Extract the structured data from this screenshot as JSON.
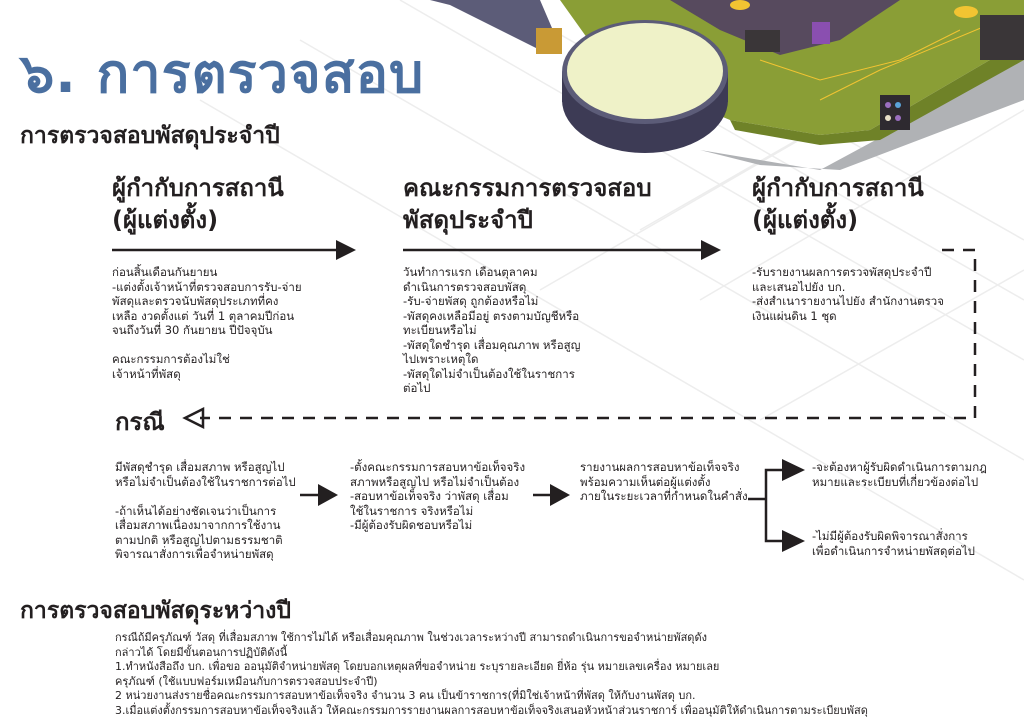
{
  "title": "๖. การตรวจสอบ",
  "annual": {
    "heading": "การตรวจสอบพัสดุประจำปี",
    "steps": [
      {
        "heading": [
          "ผู้กำกับการสถานี",
          "(ผู้แต่งตั้ง)"
        ],
        "text": "ก่อนสิ้นเดือนกันยายน\n-แต่งตั้งเจ้าหน้าที่ตรวจสอบการรับ-จ่าย\nพัสดุและตรวจนับพัสดุประเภทที่คง\nเหลือ งวดตั้งแต่ วันที่ 1 ตุลาคมปีก่อน\nจนถึงวันที่ 30 กันยายน ปีปัจจุบัน\n\nคณะกรรมการต้องไม่ใช่\nเจ้าหน้าที่พัสดุ"
      },
      {
        "heading": [
          "คณะกรรมการตรวจสอบ",
          "พัสดุประจำปี"
        ],
        "text": "วันทำการแรก เดือนตุลาคม\nดำเนินการตรวจสอบพัสดุ\n-รับ-จ่ายพัสดุ ถูกต้องหรือไม่\n-พัสดุคงเหลือมีอยู่ ตรงตามบัญชีหรือ\nทะเบียนหรือไม่\n-พัสดุใดชำรุด เสื่อมคุณภาพ หรือสูญ\nไปเพราะเหตุใด\n-พัสดุใดไม่จำเป็นต้องใช้ในราชการ\nต่อไป"
      },
      {
        "heading": [
          "ผู้กำกับการสถานี",
          "(ผู้แต่งตั้ง)"
        ],
        "text": "-รับรายงานผลการตรวจพัสดุประจำปี\nและเสนอไปยัง บก.\n-ส่งสำเนารายงานไปยัง สำนักงานตรวจ\nเงินแผ่นดิน 1 ชุด"
      }
    ],
    "case_label": "กรณี",
    "case_steps": [
      "มีพัสดุชำรุด เสื่อมสภาพ หรือสูญไป\nหรือไม่จำเป็นต้องใช้ในราชการต่อไป\n\n-ถ้าเห็นได้อย่างชัดเจนว่าเป็นการ\nเสื่อมสภาพเนื่องมาจากการใช้งาน\nตามปกติ หรือสูญไปตามธรรมชาติ\nพิจารณาสั่งการเพื่อจำหน่ายพัสดุ",
      "-ตั้งคณะกรรมการสอบหาข้อเท็จจริง\nสภาพหรือสูญไป หรือไม่จำเป็นต้อง\n-สอบหาข้อเท็จจริง ว่าพัสดุ เสื่อม\nใช้ในราชการ จริงหรือไม่\n-มีผู้ต้องรับผิดชอบหรือไม่",
      "รายงานผลการสอบหาข้อเท็จจริง\nพร้อมความเห็นต่อผู้แต่งตั้ง\nภายในระยะเวลาที่กำหนดในคำสั่ง"
    ],
    "outcomes": [
      "-จะต้องหาผู้รับผิดดำเนินการตามกฎ\nหมายและระเบียบที่เกี่ยวข้องต่อไป",
      "-ไม่มีผู้ต้องรับผิดพิจารณาสั่งการ\nเพื่อดำเนินการจำหน่ายพัสดุต่อไป"
    ]
  },
  "midyear": {
    "heading": "การตรวจสอบพัสดุระหว่างปี",
    "lines": [
      "กรณีถ้มีครุภัณฑ์ วัสดุ ที่เสื่อมสภาพ ใช้การไม่ได้ หรือเสื่อมคุณภาพ ในช่วงเวลาระหว่างปี สามารถดำเนินการขอจำหน่ายพัสดุดัง",
      "กล่าวได้ โดยมีขั้นตอนการปฏิบัติดังนี้",
      "1.ทำหนังสือถึง บก. เพื่อขอ ออนุมัติจำหน่ายพัสดุ โดยบอกเหตุผลที่ขอจำหน่าย ระบุรายละเอียด ยี่ห้อ รุ่น หมายเลขเครื่อง หมายเลย",
      "ครุภัณฑ์ (ใช้แบบฟอร์มเหมือนกับการตรวจสอบประจำปี)",
      "2 หน่วยงานส่งรายชื่อคณะกรรมการสอบหาข้อเท็จจริง จำนวน 3 คน เป็นข้าราชการ(ที่มิใช่เจ้าหน้าที่พัสดุ ให้กับงานพัสดุ บก.",
      "3.เมื่อแต่งตั้งกรรมการสอบหาข้อเท็จจริงแล้ว ให้คณะกรรมการรายงานผลการสอบหาข้อเท็จจริงเสนอหัวหน้าส่วนราชการ์ เพื่ออนุมัติให้ดำเนินการตามระเบียบพัสดุ"
    ]
  },
  "colors": {
    "title": "#4a6fa0",
    "board": "#8a9e36",
    "trace": "#f2c432",
    "lens": "#eff2c8",
    "rim": "#3d3b55"
  }
}
